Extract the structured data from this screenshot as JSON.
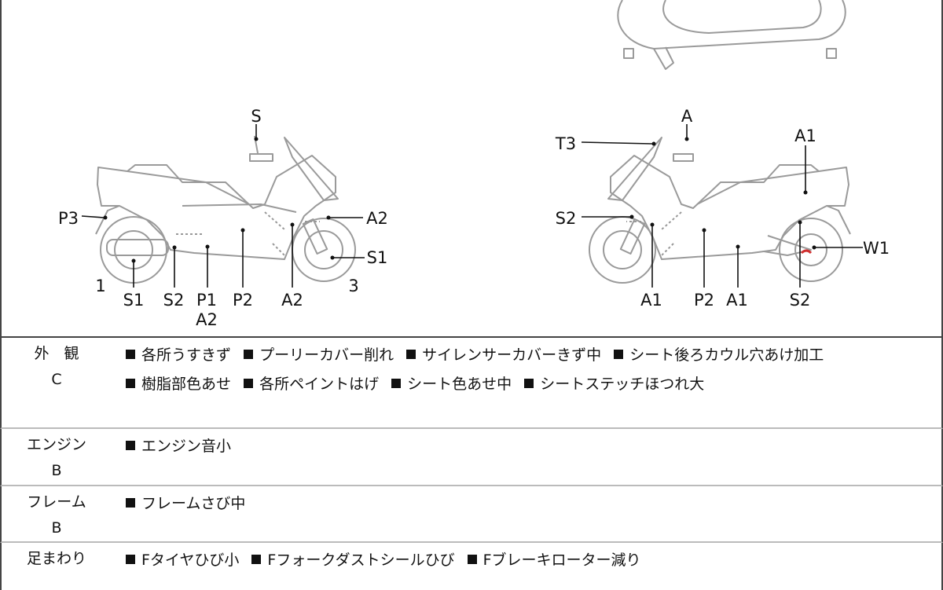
{
  "diagram": {
    "left_labels": {
      "S": "S",
      "P3": "P3",
      "A2_front": "A2",
      "S1_front": "S1",
      "num1": "1",
      "S1_rear": "S1",
      "S2": "S2",
      "P1": "P1",
      "A2_p1": "A2",
      "P2": "P2",
      "A2_mid": "A2",
      "num3": "3"
    },
    "right_labels": {
      "A": "A",
      "T3": "T3",
      "A1_top": "A1",
      "S2_front": "S2",
      "W1": "W1",
      "A1_fork": "A1",
      "P2": "P2",
      "A1_floor": "A1",
      "S2_rear": "S2"
    },
    "damage_color": "#d03030"
  },
  "table": [
    {
      "category": "外　観",
      "grade": "C",
      "items": [
        "各所うすきず",
        "プーリーカバー削れ",
        "サイレンサーカバーきず中",
        "シート後ろカウル穴あけ加工",
        "樹脂部色あせ",
        "各所ペイントはげ",
        "シート色あせ中",
        "シートステッチほつれ大"
      ]
    },
    {
      "category": "エンジン",
      "grade": "B",
      "items": [
        "エンジン音小"
      ]
    },
    {
      "category": "フレーム",
      "grade": "B",
      "items": [
        "フレームさび中"
      ]
    },
    {
      "category": "足まわり",
      "grade": "",
      "items": [
        "Fタイヤひび小",
        "Fフォークダストシールひび",
        "Fブレーキローター減り"
      ]
    }
  ]
}
